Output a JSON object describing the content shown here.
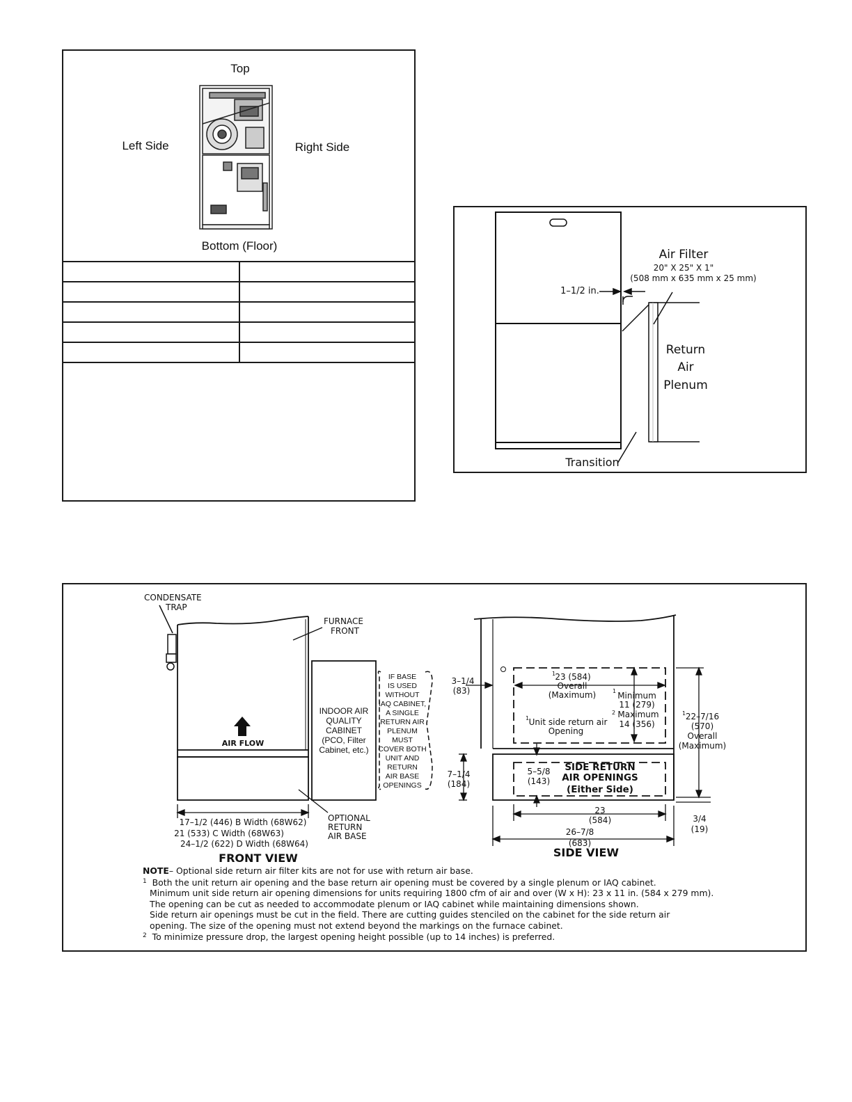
{
  "orientation": {
    "top": "Top",
    "left_side": "Left Side",
    "right_side": "Right Side",
    "bottom": "Bottom (Floor)",
    "table_rows": [
      [
        "",
        ""
      ],
      [
        "",
        ""
      ],
      [
        "",
        ""
      ],
      [
        "",
        ""
      ],
      [
        "",
        ""
      ]
    ]
  },
  "filter_diagram": {
    "air_filter_title": "Air Filter",
    "filter_size_in": "20\" X 25\" X 1\"",
    "filter_size_mm": "(508 mm x 635 mm x 25 mm)",
    "clearance": "1–1/2  in.",
    "return_line1": "Return",
    "return_line2": "Air",
    "return_line3": "Plenum",
    "transition": "Transition"
  },
  "return_diagram": {
    "condensate_line1": "CONDENSATE",
    "condensate_line2": "TRAP",
    "furnace_line1": "FURNACE",
    "furnace_line2": "FRONT",
    "air_flow": "AIR FLOW",
    "iaq_lines": [
      "INDOOR AIR",
      "QUALITY",
      "CABINET",
      "(PCO, Filter",
      "Cabinet, etc.)"
    ],
    "base_note_lines": [
      "IF BASE",
      "IS USED",
      "WITHOUT",
      "IAQ CABINET,",
      "A SINGLE",
      "RETURN AIR",
      "PLENUM",
      "MUST",
      "COVER BOTH",
      "UNIT AND",
      "RETURN",
      "AIR BASE",
      "OPENINGS"
    ],
    "optional_base_lines": [
      "OPTIONAL",
      "RETURN",
      "AIR BASE"
    ],
    "width_b": "17–1/2 (446) B Width (68W62)",
    "width_c": "21 (533) C Width (68W63)",
    "width_d": "24–1/2 (622) D Width (68W64)",
    "front_view": "FRONT VIEW",
    "dim_3_1_4": "3–1/4",
    "dim_3_1_4_mm": "(83)",
    "dim_7_1_4": "7–1/4",
    "dim_7_1_4_mm": "(184)",
    "overall_23_sup": "1",
    "overall_23": "23 (584)",
    "overall_23_l2": "Overall",
    "overall_23_l3": "(Maximum)",
    "min_sup": "1",
    "min_l1": "Minimum",
    "min_l2": "11 (279)",
    "max_sup": "2",
    "max_l1": "Maximum",
    "max_l2": "14 (356)",
    "unit_side_sup": "1",
    "unit_side_l1": "Unit side return air",
    "unit_side_l2": "Opening",
    "dim_22_sup": "1",
    "dim_22": "22–7/16",
    "dim_22_mm": "(570)",
    "dim_22_l3": "Overall",
    "dim_22_l4": "(Maximum)",
    "dim_5_5_8": "5–5/8",
    "dim_5_5_8_mm": "(143)",
    "side_return_l1": "SIDE RETURN",
    "side_return_l2": "AIR OPENINGS",
    "side_return_l3": "(Either Side)",
    "dim_23": "23",
    "dim_23_mm": "(584)",
    "dim_26": "26–7/8",
    "dim_26_mm": "(683)",
    "dim_3_4": "3/4",
    "dim_3_4_mm": "(19)",
    "side_view": "SIDE VIEW",
    "note_label": "NOTE",
    "note_text": "– Optional side return air filter kits are not for use with return air base.",
    "fn1_marker": "1",
    "fn1_lines": [
      "Both the unit return air opening and the base return air opening must be covered by a single plenum or IAQ cabinet.",
      "Minimum unit side return air opening dimensions for units requiring 1800 cfm of air and over (W x H): 23 x 11 in. (584 x 279 mm).",
      "The opening can be cut as needed to accommodate plenum or IAQ cabinet while maintaining dimensions shown.",
      "Side return air openings must be cut in the field. There are cutting guides stenciled on the cabinet for the side return air",
      "opening. The size of the opening must not extend beyond the markings on the furnace cabinet."
    ],
    "fn2_marker": "2",
    "fn2_text": "To minimize pressure drop, the largest opening height possible (up to 14 inches) is preferred."
  }
}
